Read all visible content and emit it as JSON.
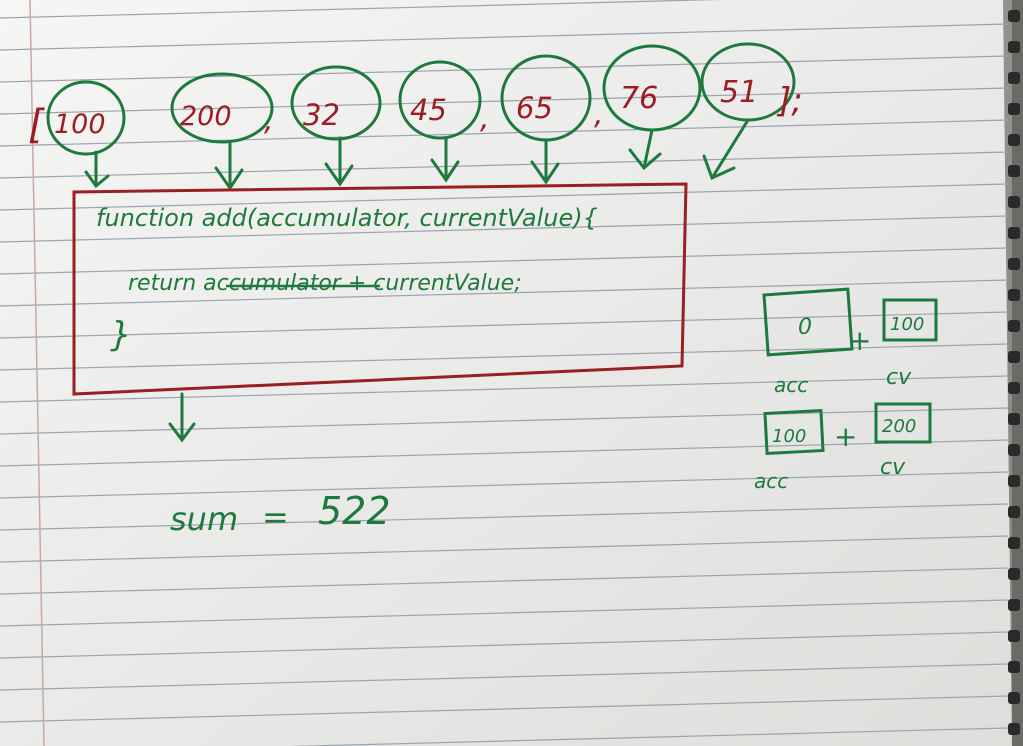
{
  "notebook": {
    "array": {
      "open_bracket": "[",
      "close_bracket": "];",
      "separator": ",",
      "values": [
        "100",
        "200",
        "32",
        "45",
        "65",
        "76",
        "51"
      ]
    },
    "code": {
      "line1": "function add(accumulator, currentValue){",
      "line2": "return accumulator + currentValue;",
      "line3": "}"
    },
    "result": {
      "label": "sum",
      "equals": "=",
      "value": "522"
    },
    "steps": [
      {
        "acc": "0",
        "plus": "+",
        "cv": "100",
        "acc_label": "acc",
        "cv_label": "cv"
      },
      {
        "acc": "100",
        "plus": "+",
        "cv": "200",
        "acc_label": "acc",
        "cv_label": "cv"
      }
    ],
    "colors": {
      "green_ink": "#1e7a3c",
      "red_ink": "#9a1e23",
      "paper": "#f3f3f1",
      "rule_line": "#9aa3ad",
      "background": "#6b6a66"
    }
  }
}
